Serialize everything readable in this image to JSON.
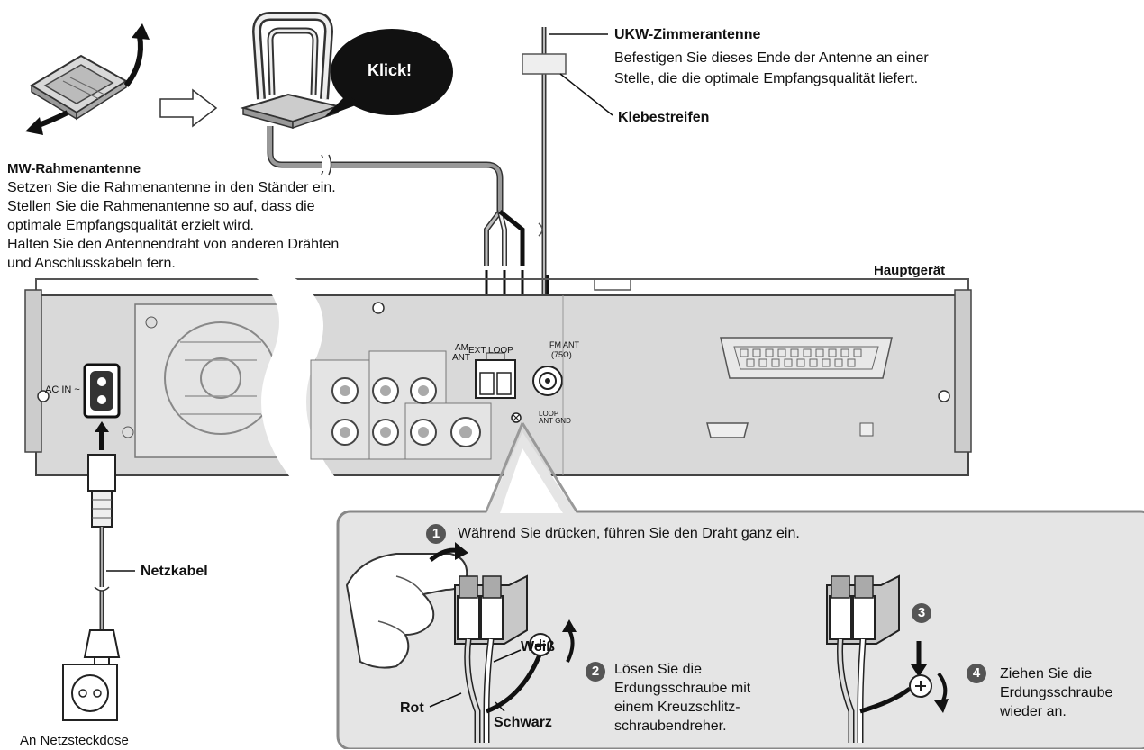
{
  "click_bubble": "Klick!",
  "am_loop": {
    "title": "MW-Rahmenantenne",
    "lines": [
      "Setzen Sie die Rahmenantenne in den Ständer ein.",
      "Stellen Sie die Rahmenantenne so auf, dass die",
      "optimale Empfangsqualität erzielt wird.",
      "Halten Sie den Antennendraht von anderen Drähten",
      "und Anschlusskabeln fern."
    ]
  },
  "fm_antenna": {
    "title": "UKW-Zimmerantenne",
    "lines": [
      "Befestigen Sie dieses Ende der Antenne an einer",
      "Stelle, die die optimale Empfangsqualität liefert."
    ],
    "tape_label": "Klebestreifen"
  },
  "main_unit_label": "Hauptgerät",
  "panel_labels": {
    "ac_in": "AC IN ~",
    "am_ant": [
      "AM",
      "ANT"
    ],
    "ext_loop": "EXT LOOP",
    "fm_ant": [
      "FM ANT",
      "(75Ω)"
    ],
    "loop_gnd": [
      "LOOP",
      "ANT GND"
    ]
  },
  "power": {
    "cable_label": "Netzkabel",
    "outlet_label": "An Netzsteckdose"
  },
  "steps": [
    {
      "num": "1",
      "text": "Während Sie drücken, führen Sie den Draht ganz ein."
    },
    {
      "num": "2",
      "lines": [
        "Lösen Sie die",
        "Erdungsschraube mit",
        "einem Kreuzschlitz-",
        "schraubendreher."
      ]
    },
    {
      "num": "3"
    },
    {
      "num": "4",
      "lines": [
        "Ziehen Sie die",
        "Erdungsschraube",
        "wieder an."
      ]
    }
  ],
  "wire_labels": {
    "white": "Weiß",
    "red": "Rot",
    "black": "Schwarz"
  }
}
